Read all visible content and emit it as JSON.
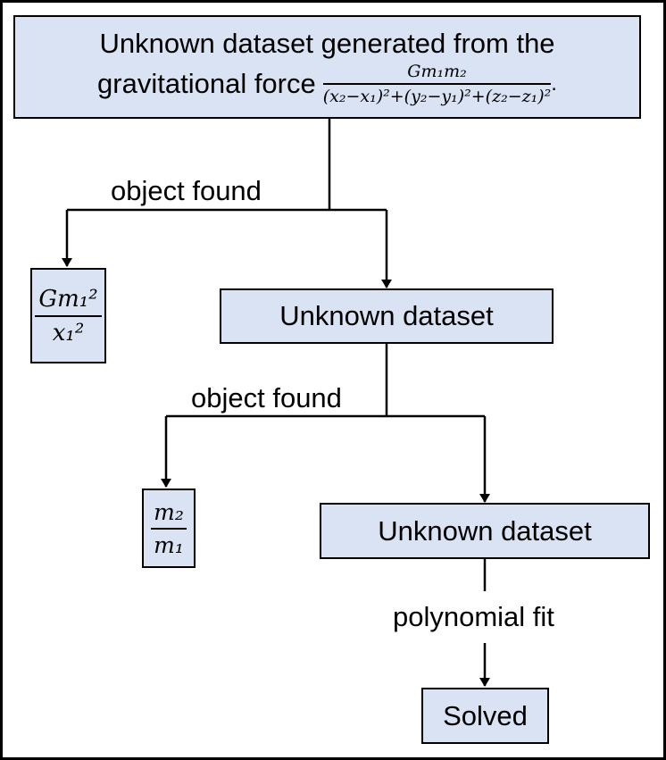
{
  "diagram": {
    "root_node": {
      "line1": "Unknown dataset generated from the",
      "line2_prefix": "gravitational force",
      "formula_numerator": "Gm₁m₂",
      "formula_denominator": "(x₂−x₁)²+(y₂−y₁)²+(z₂−z₁)²",
      "formula_suffix": "."
    },
    "edge_label_1": "object found",
    "leaf_node_1": {
      "numerator": "Gm₁²",
      "denominator": "x₁²"
    },
    "middle_node": {
      "label": "Unknown dataset"
    },
    "edge_label_2": "object found",
    "leaf_node_2": {
      "numerator": "m₂",
      "denominator": "m₁"
    },
    "third_node": {
      "label": "Unknown dataset"
    },
    "edge_label_3": "polynomial fit",
    "final_node": {
      "label": "Solved"
    }
  },
  "colors": {
    "node_fill": "#dae3f3",
    "stroke": "#000000",
    "background": "#ffffff"
  }
}
